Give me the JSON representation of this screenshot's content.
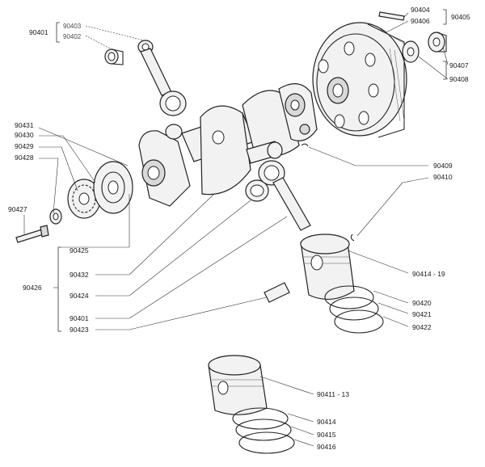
{
  "labels": {
    "l90401a": "90401",
    "l90403": "90403",
    "l90402": "90402",
    "l90404": "90404",
    "l90405": "90405",
    "l90406": "90406",
    "l90407": "90407",
    "l90408": "90408",
    "l90431": "90431",
    "l90430": "90430",
    "l90429": "90429",
    "l90428": "90428",
    "l90427": "90427",
    "l90409": "90409",
    "l90410": "90410",
    "l90425": "90425",
    "l90426": "90426",
    "l90432": "90432",
    "l90424": "90424",
    "l90401b": "90401",
    "l90423": "90423",
    "l90414_19": "90414 - 19",
    "l90420": "90420",
    "l90421": "90421",
    "l90422": "90422",
    "l90411_13": "90411 - 13",
    "l90414": "90414",
    "l90415": "90415",
    "l90416": "90416"
  }
}
